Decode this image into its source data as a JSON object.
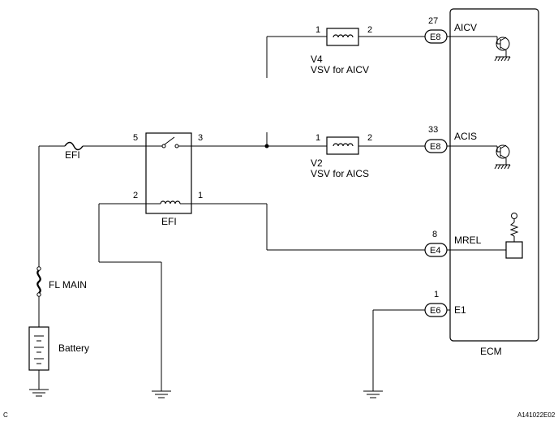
{
  "components": {
    "efi_fuse": "EFI",
    "fl_main_fuse": "FL MAIN",
    "battery": "Battery",
    "efi_relay": "EFI",
    "vsv_aicv_id": "V4",
    "vsv_aicv_name": "VSV for AICV",
    "vsv_aics_id": "V2",
    "vsv_aics_name": "VSV for AICS",
    "ecm": "ECM"
  },
  "relay_pins": {
    "p5": "5",
    "p3": "3",
    "p2": "2",
    "p1": "1"
  },
  "vsv_aicv_pins": {
    "p1": "1",
    "p2": "2"
  },
  "vsv_aics_pins": {
    "p1": "1",
    "p2": "2"
  },
  "ecm_terminals": [
    {
      "pin": "27",
      "connector": "E8",
      "signal": "AICV"
    },
    {
      "pin": "33",
      "connector": "E8",
      "signal": "ACIS"
    },
    {
      "pin": "8",
      "connector": "E4",
      "signal": "MREL"
    },
    {
      "pin": "1",
      "connector": "E6",
      "signal": "E1"
    }
  ],
  "footer": {
    "corner_letter": "C",
    "figure_id": "A141022E02"
  }
}
